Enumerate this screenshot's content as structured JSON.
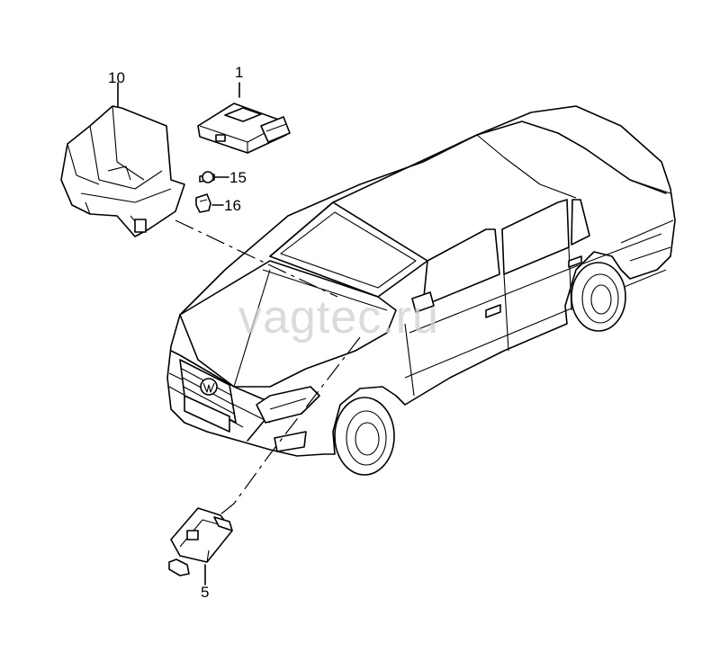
{
  "callouts": {
    "part_1": "1",
    "part_5": "5",
    "part_10": "10",
    "part_15": "15",
    "part_16": "16"
  },
  "watermark": "vagtec.ru"
}
